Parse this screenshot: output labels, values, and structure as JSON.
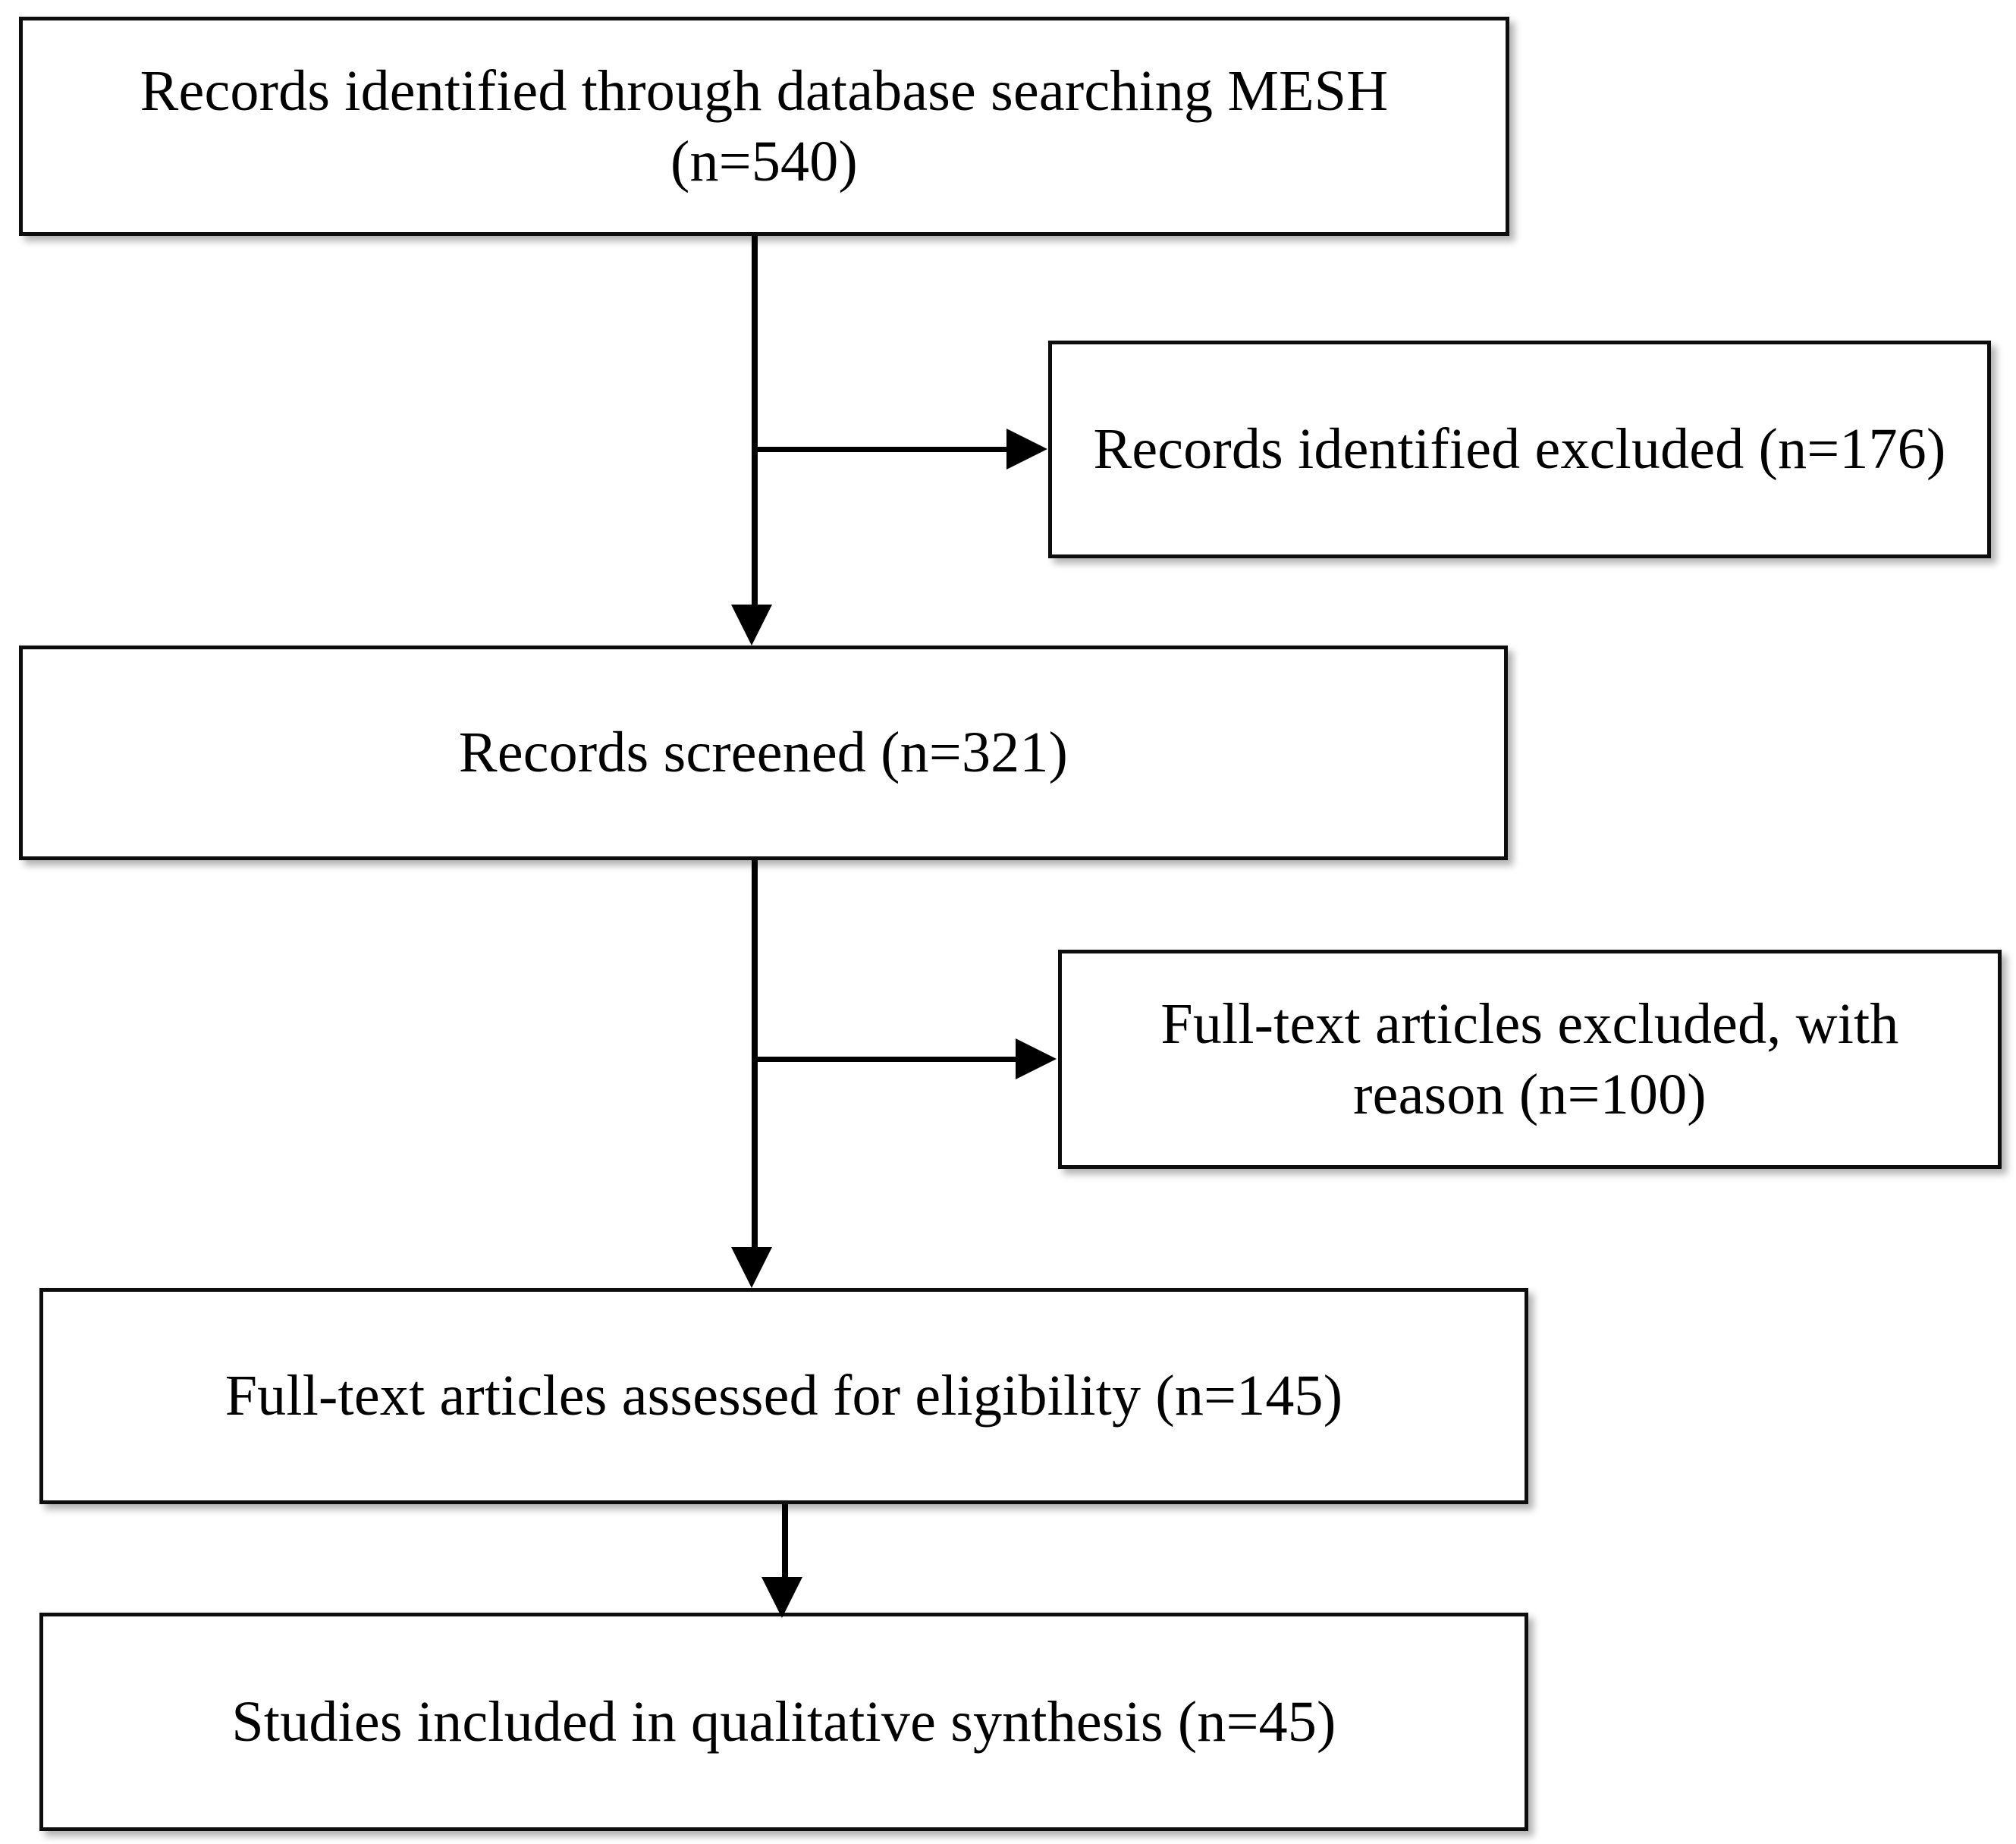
{
  "diagram": {
    "type": "prisma-flow-diagram",
    "title": "PRISMA study selection flow diagram",
    "colors": {
      "box_border": "#0d0d0d",
      "box_fill": "#ffffff",
      "connector": "#000000",
      "text": "#000000",
      "background": "#ffffff"
    },
    "nodes": [
      {
        "id": "identified",
        "label": "Records identified through database searching MESH (n=540)",
        "line1": "Records identified through database searching MESH",
        "line2": "(n=540)",
        "count": 540,
        "stage": "identification"
      },
      {
        "id": "excluded-1",
        "label": "Records identified excluded (n=176)",
        "line1": "Records identified excluded",
        "line2": "(n=176)",
        "count": 176,
        "stage": "identification-exclusion"
      },
      {
        "id": "screened",
        "label": "Records screened (n=321)",
        "line1": "Records screened (n=321)",
        "line2": "",
        "count": 321,
        "stage": "screening"
      },
      {
        "id": "excluded-2",
        "label": "Full-text articles excluded, with reason (n=100)",
        "line1": "Full-text articles excluded, with",
        "line2": "reason (n=100)",
        "count": 100,
        "stage": "eligibility-exclusion"
      },
      {
        "id": "eligibility",
        "label": "Full-text articles assessed for eligibility (n=145)",
        "line1": "Full-text articles assessed for eligibility (n=145)",
        "line2": "",
        "count": 145,
        "stage": "eligibility"
      },
      {
        "id": "included",
        "label": "Studies included in qualitative synthesis (n=45)",
        "line1": "Studies included in qualitative synthesis (n=45)",
        "line2": "",
        "count": 45,
        "stage": "included"
      }
    ],
    "edges": [
      {
        "id": "identified-to-screened",
        "from": "identified",
        "to": "screened",
        "direction": "down"
      },
      {
        "id": "identified-to-excluded-1",
        "from": "identified",
        "to": "excluded-1",
        "direction": "right"
      },
      {
        "id": "screened-to-eligibility",
        "from": "screened",
        "to": "eligibility",
        "direction": "down"
      },
      {
        "id": "screened-to-excluded-2",
        "from": "screened",
        "to": "excluded-2",
        "direction": "right"
      },
      {
        "id": "eligibility-to-included",
        "from": "eligibility",
        "to": "included",
        "direction": "down"
      }
    ]
  }
}
